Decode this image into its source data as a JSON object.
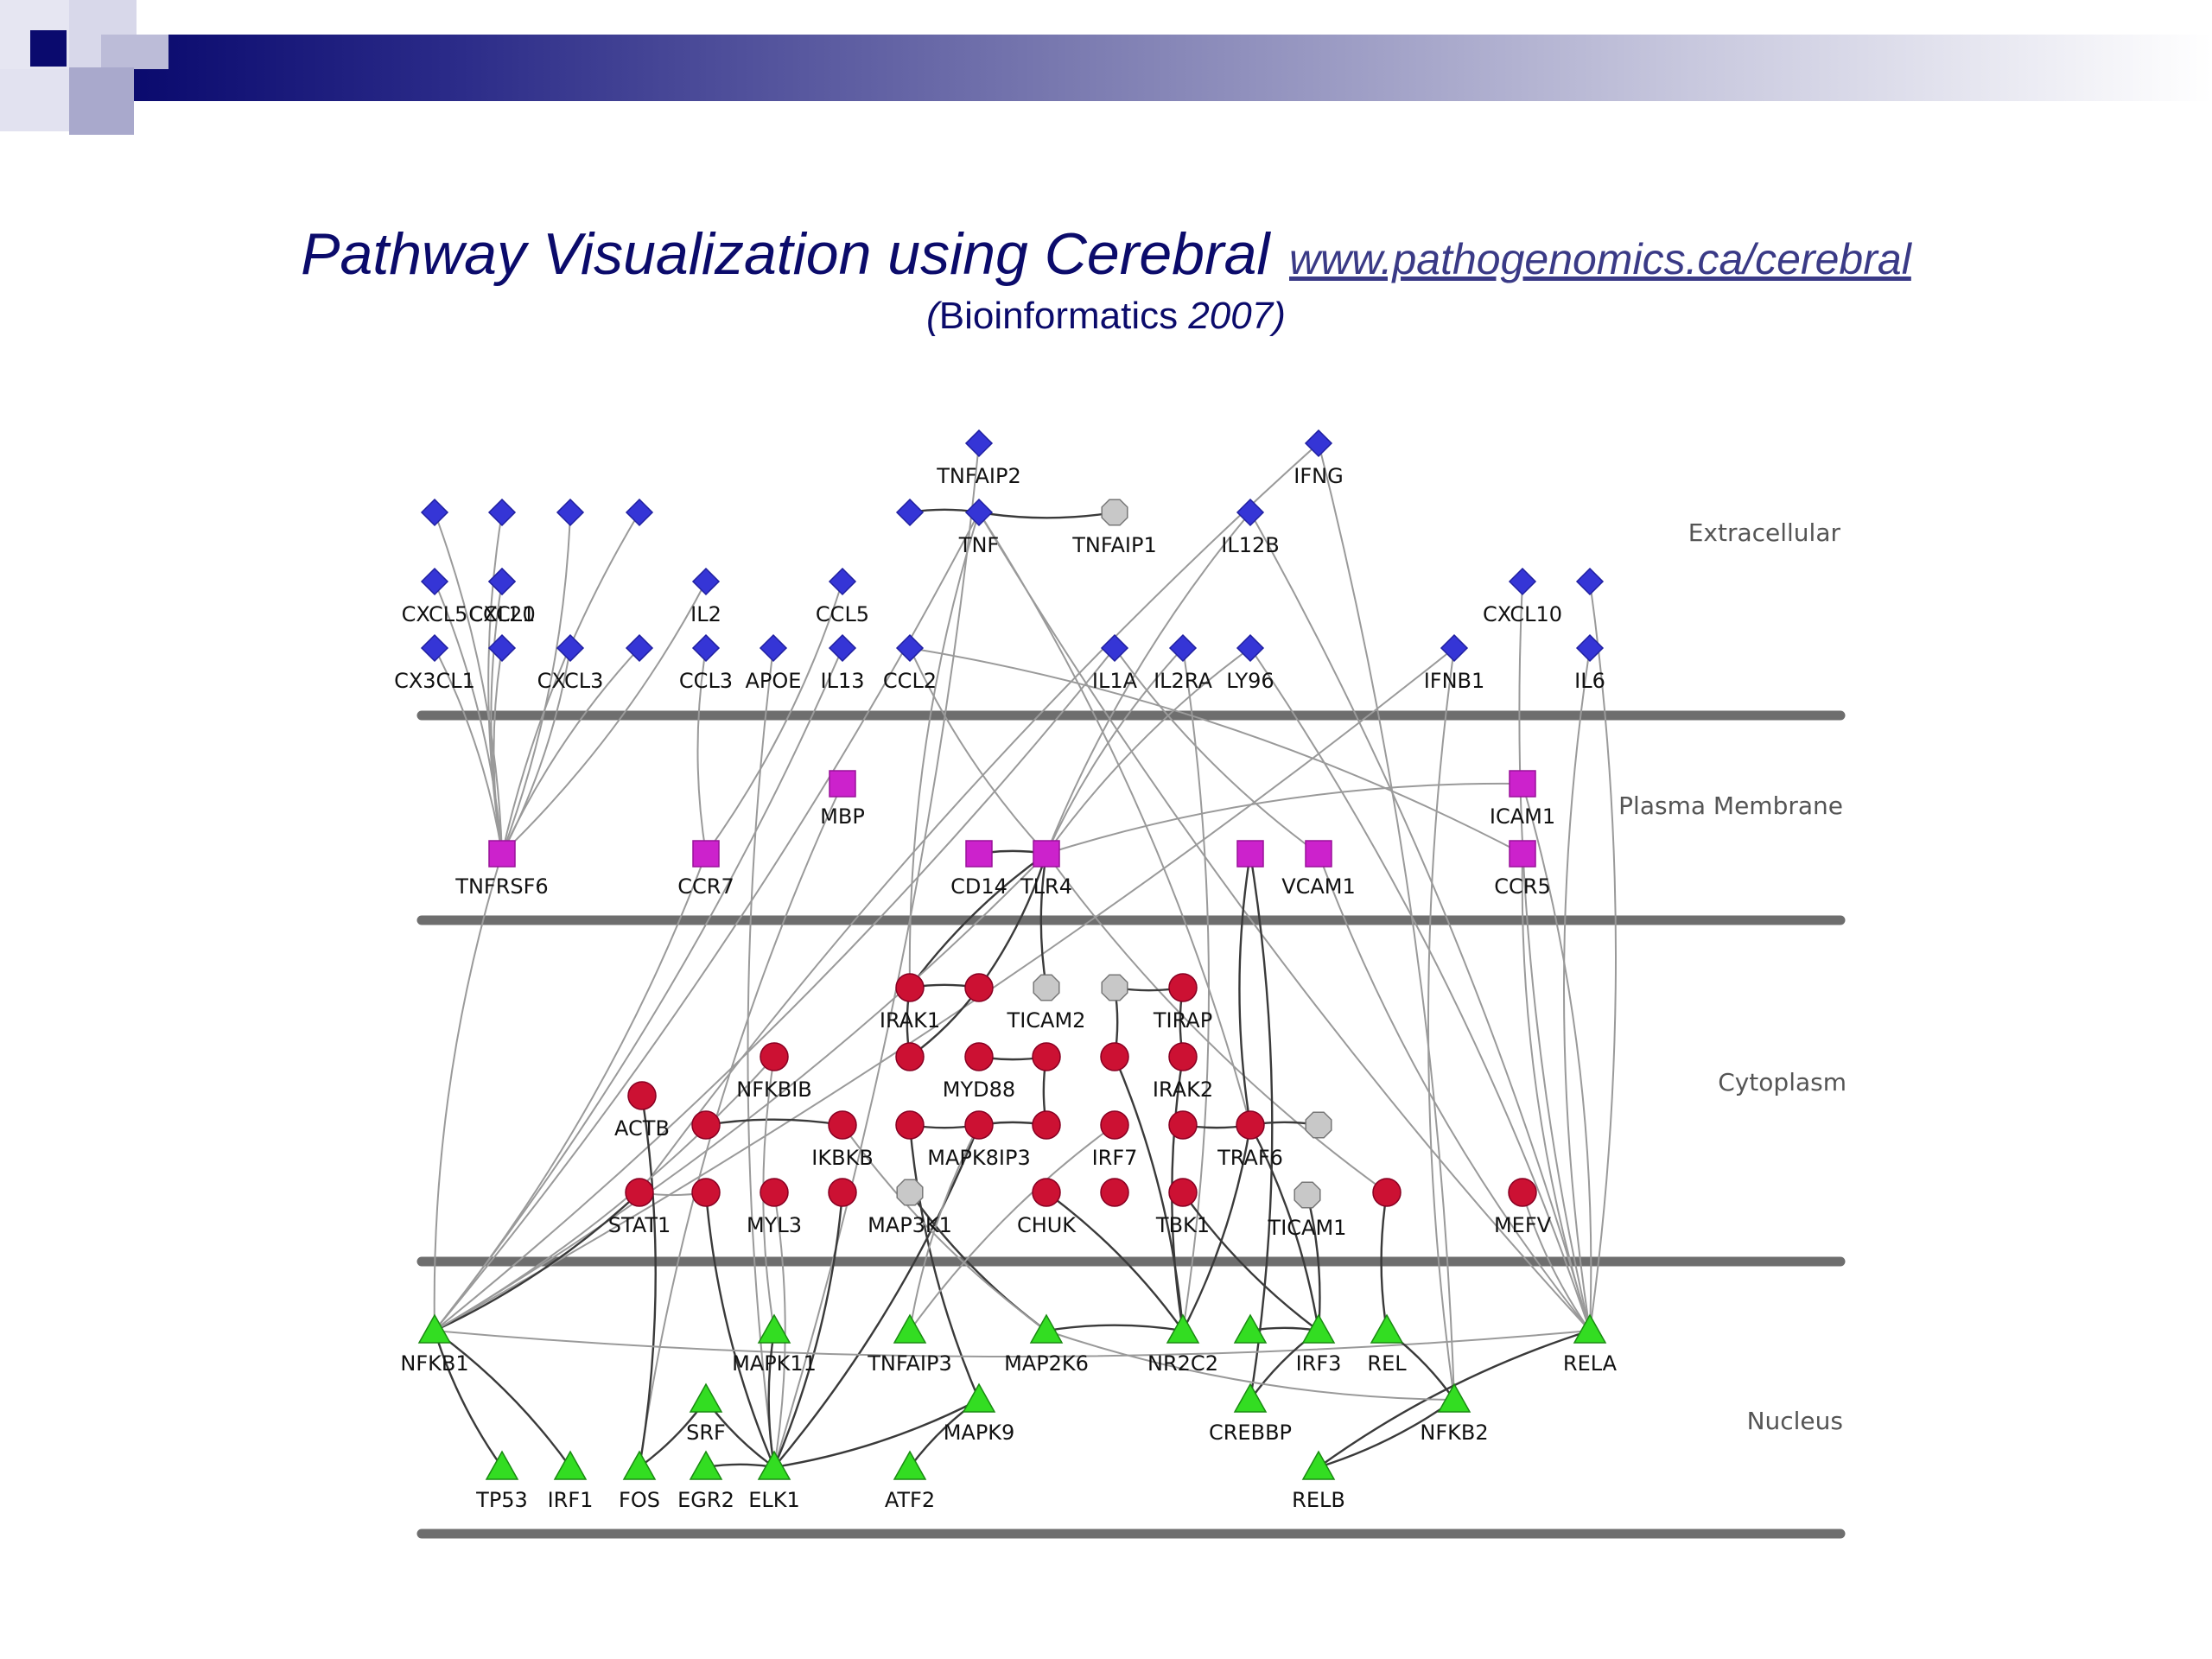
{
  "slide": {
    "title": "Pathway Visualization using Cerebral",
    "url": "www.pathogenomics.ca/cerebral",
    "citation_open": "(",
    "citation_journal": "Bioinformatics",
    "citation_year": "2007)"
  },
  "colors": {
    "extracellular": "#3535d6",
    "membrane": "#cc22cc",
    "cytoplasm": "#cc1133",
    "nucleus": "#33dd22",
    "unknown": "#c8c8c8",
    "edge": "#9a9a9a",
    "edge_dark": "#3a3a3a",
    "lane": "#6e6e6e"
  },
  "regions": [
    "Extracellular",
    "Plasma Membrane",
    "Cytoplasm",
    "Nucleus"
  ],
  "diagram": {
    "nodes": [
      {
        "id": "n1",
        "label": "",
        "type": "extracellular"
      },
      {
        "id": "n2",
        "label": "",
        "type": "extracellular"
      },
      {
        "id": "n3",
        "label": "",
        "type": "extracellular"
      },
      {
        "id": "n4",
        "label": "",
        "type": "extracellular"
      },
      {
        "id": "TNFAIP2",
        "label": "TNFAIP2",
        "type": "extracellular"
      },
      {
        "id": "IFNG",
        "label": "IFNG",
        "type": "extracellular"
      },
      {
        "id": "n5",
        "label": "",
        "type": "extracellular"
      },
      {
        "id": "TNF",
        "label": "TNF",
        "type": "extracellular"
      },
      {
        "id": "TNFAIP1",
        "label": "TNFAIP1",
        "type": "unknown"
      },
      {
        "id": "IL12B",
        "label": "IL12B",
        "type": "extracellular"
      },
      {
        "id": "CXCL5",
        "label": "CXCL5",
        "type": "extracellular"
      },
      {
        "id": "CCL20",
        "label": "CCL20",
        "type": "extracellular"
      },
      {
        "id": "CXCL1",
        "label": "CXCL1",
        "type": "extracellular"
      },
      {
        "id": "IL2",
        "label": "IL2",
        "type": "extracellular"
      },
      {
        "id": "CCL5",
        "label": "CCL5",
        "type": "extracellular"
      },
      {
        "id": "CXCL10",
        "label": "CXCL10",
        "type": "extracellular"
      },
      {
        "id": "n6",
        "label": "",
        "type": "extracellular"
      },
      {
        "id": "CX3CL1",
        "label": "CX3CL1",
        "type": "extracellular"
      },
      {
        "id": "n7",
        "label": "",
        "type": "extracellular"
      },
      {
        "id": "CXCL3",
        "label": "CXCL3",
        "type": "extracellular"
      },
      {
        "id": "n8",
        "label": "",
        "type": "extracellular"
      },
      {
        "id": "CCL3",
        "label": "CCL3",
        "type": "extracellular"
      },
      {
        "id": "APOE",
        "label": "APOE",
        "type": "extracellular"
      },
      {
        "id": "IL13",
        "label": "IL13",
        "type": "extracellular"
      },
      {
        "id": "CCL2",
        "label": "CCL2",
        "type": "extracellular"
      },
      {
        "id": "IL1A",
        "label": "IL1A",
        "type": "extracellular"
      },
      {
        "id": "IL2RA",
        "label": "IL2RA",
        "type": "extracellular"
      },
      {
        "id": "LY96",
        "label": "LY96",
        "type": "extracellular"
      },
      {
        "id": "IFNB1",
        "label": "IFNB1",
        "type": "extracellular"
      },
      {
        "id": "IL6",
        "label": "IL6",
        "type": "extracellular"
      },
      {
        "id": "MBP",
        "label": "MBP",
        "type": "membrane"
      },
      {
        "id": "ICAM1",
        "label": "ICAM1",
        "type": "membrane"
      },
      {
        "id": "TNFRSF6",
        "label": "TNFRSF6",
        "type": "membrane"
      },
      {
        "id": "CCR7",
        "label": "CCR7",
        "type": "membrane"
      },
      {
        "id": "CD14",
        "label": "CD14",
        "type": "membrane"
      },
      {
        "id": "TLR4",
        "label": "TLR4",
        "type": "membrane"
      },
      {
        "id": "m1",
        "label": "",
        "type": "membrane"
      },
      {
        "id": "VCAM1",
        "label": "VCAM1",
        "type": "membrane"
      },
      {
        "id": "CCR5",
        "label": "CCR5",
        "type": "membrane"
      },
      {
        "id": "IRAK1",
        "label": "IRAK1",
        "type": "cytoplasm"
      },
      {
        "id": "c1",
        "label": "",
        "type": "cytoplasm"
      },
      {
        "id": "TICAM2",
        "label": "TICAM2",
        "type": "unknown"
      },
      {
        "id": "u1",
        "label": "",
        "type": "unknown"
      },
      {
        "id": "TIRAP",
        "label": "TIRAP",
        "type": "cytoplasm"
      },
      {
        "id": "NFKBIB",
        "label": "NFKBIB",
        "type": "cytoplasm"
      },
      {
        "id": "c2",
        "label": "",
        "type": "cytoplasm"
      },
      {
        "id": "MYD88",
        "label": "MYD88",
        "type": "cytoplasm"
      },
      {
        "id": "c3",
        "label": "",
        "type": "cytoplasm"
      },
      {
        "id": "c4",
        "label": "",
        "type": "cytoplasm"
      },
      {
        "id": "IRAK2",
        "label": "IRAK2",
        "type": "cytoplasm"
      },
      {
        "id": "ACTB",
        "label": "ACTB",
        "type": "cytoplasm"
      },
      {
        "id": "c5",
        "label": "",
        "type": "cytoplasm"
      },
      {
        "id": "IKBKB",
        "label": "IKBKB",
        "type": "cytoplasm"
      },
      {
        "id": "c6",
        "label": "",
        "type": "cytoplasm"
      },
      {
        "id": "MAPK8IP3",
        "label": "MAPK8IP3",
        "type": "cytoplasm"
      },
      {
        "id": "c7",
        "label": "",
        "type": "cytoplasm"
      },
      {
        "id": "IRF7",
        "label": "IRF7",
        "type": "cytoplasm"
      },
      {
        "id": "c8",
        "label": "",
        "type": "cytoplasm"
      },
      {
        "id": "TRAF6",
        "label": "TRAF6",
        "type": "cytoplasm"
      },
      {
        "id": "u2",
        "label": "",
        "type": "unknown"
      },
      {
        "id": "STAT1",
        "label": "STAT1",
        "type": "cytoplasm"
      },
      {
        "id": "c9",
        "label": "",
        "type": "cytoplasm"
      },
      {
        "id": "MYL3",
        "label": "MYL3",
        "type": "cytoplasm"
      },
      {
        "id": "c10",
        "label": "",
        "type": "cytoplasm"
      },
      {
        "id": "MAP3K1",
        "label": "MAP3K1",
        "type": "unknown"
      },
      {
        "id": "CHUK",
        "label": "CHUK",
        "type": "cytoplasm"
      },
      {
        "id": "c11",
        "label": "",
        "type": "cytoplasm"
      },
      {
        "id": "TBK1",
        "label": "TBK1",
        "type": "cytoplasm"
      },
      {
        "id": "TICAM1",
        "label": "TICAM1",
        "type": "unknown"
      },
      {
        "id": "c12",
        "label": "",
        "type": "cytoplasm"
      },
      {
        "id": "MEFV",
        "label": "MEFV",
        "type": "cytoplasm"
      },
      {
        "id": "NFKB1",
        "label": "NFKB1",
        "type": "nucleus"
      },
      {
        "id": "MAPK11",
        "label": "MAPK11",
        "type": "nucleus"
      },
      {
        "id": "TNFAIP3",
        "label": "TNFAIP3",
        "type": "nucleus"
      },
      {
        "id": "MAP2K6",
        "label": "MAP2K6",
        "type": "nucleus"
      },
      {
        "id": "NR2C2",
        "label": "NR2C2",
        "type": "nucleus"
      },
      {
        "id": "t1",
        "label": "",
        "type": "nucleus"
      },
      {
        "id": "IRF3",
        "label": "IRF3",
        "type": "nucleus"
      },
      {
        "id": "REL",
        "label": "REL",
        "type": "nucleus"
      },
      {
        "id": "RELA",
        "label": "RELA",
        "type": "nucleus"
      },
      {
        "id": "SRF",
        "label": "SRF",
        "type": "nucleus"
      },
      {
        "id": "MAPK9",
        "label": "MAPK9",
        "type": "nucleus"
      },
      {
        "id": "CREBBP",
        "label": "CREBBP",
        "type": "nucleus"
      },
      {
        "id": "NFKB2",
        "label": "NFKB2",
        "type": "nucleus"
      },
      {
        "id": "TP53",
        "label": "TP53",
        "type": "nucleus"
      },
      {
        "id": "IRF1",
        "label": "IRF1",
        "type": "nucleus"
      },
      {
        "id": "FOS",
        "label": "FOS",
        "type": "nucleus"
      },
      {
        "id": "EGR2",
        "label": "EGR2",
        "type": "nucleus"
      },
      {
        "id": "ELK1",
        "label": "ELK1",
        "type": "nucleus"
      },
      {
        "id": "ATF2",
        "label": "ATF2",
        "type": "nucleus"
      },
      {
        "id": "RELB",
        "label": "RELB",
        "type": "nucleus"
      }
    ],
    "edges": [
      [
        "n1",
        "TNFRSF6",
        0
      ],
      [
        "n2",
        "TNFRSF6",
        0
      ],
      [
        "n3",
        "TNFRSF6",
        0
      ],
      [
        "n4",
        "TNFRSF6",
        0
      ],
      [
        "CXCL5",
        "TNFRSF6",
        0
      ],
      [
        "CXCL1",
        "TNFRSF6",
        0
      ],
      [
        "CX3CL1",
        "TNFRSF6",
        0
      ],
      [
        "n7",
        "TNFRSF6",
        0
      ],
      [
        "CXCL3",
        "TNFRSF6",
        0
      ],
      [
        "n8",
        "TNFRSF6",
        0
      ],
      [
        "IL2",
        "TNFRSF6",
        0
      ],
      [
        "TNFRSF6",
        "NFKB1",
        0
      ],
      [
        "CCR7",
        "NFKB1",
        0
      ],
      [
        "CCL3",
        "CCR7",
        0
      ],
      [
        "CCL5",
        "CCR7",
        0
      ],
      [
        "APOE",
        "ELK1",
        0
      ],
      [
        "IL13",
        "NFKB1",
        0
      ],
      [
        "CCL2",
        "TLR4",
        0
      ],
      [
        "CCL2",
        "CCR5",
        0
      ],
      [
        "MBP",
        "FOS",
        0
      ],
      [
        "n5",
        "TNF",
        1
      ],
      [
        "TNF",
        "TNFAIP1",
        1
      ],
      [
        "TNF",
        "NFKB1",
        0
      ],
      [
        "TNF",
        "IRAK1",
        0
      ],
      [
        "TNF",
        "TRAF6",
        0
      ],
      [
        "TNF",
        "RELA",
        0
      ],
      [
        "TNFAIP2",
        "ELK1",
        0
      ],
      [
        "IFNG",
        "STAT1",
        0
      ],
      [
        "IFNG",
        "NFKB2",
        0
      ],
      [
        "IL12B",
        "TLR4",
        0
      ],
      [
        "IL12B",
        "RELA",
        0
      ],
      [
        "IL1A",
        "VCAM1",
        0
      ],
      [
        "IL1A",
        "NFKB1",
        0
      ],
      [
        "IL2RA",
        "TLR4",
        0
      ],
      [
        "IL2RA",
        "NR2C2",
        0
      ],
      [
        "LY96",
        "TLR4",
        0
      ],
      [
        "LY96",
        "RELA",
        0
      ],
      [
        "IFNB1",
        "NFKB2",
        0
      ],
      [
        "IFNB1",
        "NFKB1",
        0
      ],
      [
        "CXCL10",
        "RELA",
        0
      ],
      [
        "n6",
        "RELA",
        0
      ],
      [
        "IL6",
        "RELA",
        0
      ],
      [
        "ICAM1",
        "RELA",
        0
      ],
      [
        "CCR5",
        "RELA",
        0
      ],
      [
        "CD14",
        "TLR4",
        1
      ],
      [
        "TLR4",
        "IRAK1",
        1
      ],
      [
        "TLR4",
        "c1",
        1
      ],
      [
        "TLR4",
        "TICAM2",
        1
      ],
      [
        "TLR4",
        "NFKB1",
        0
      ],
      [
        "TLR4",
        "c12",
        0
      ],
      [
        "TLR4",
        "ICAM1",
        0
      ],
      [
        "m1",
        "TRAF6",
        1
      ],
      [
        "m1",
        "CREBBP",
        1
      ],
      [
        "VCAM1",
        "RELA",
        0
      ],
      [
        "IRAK1",
        "c1",
        1
      ],
      [
        "IRAK1",
        "c2",
        1
      ],
      [
        "c1",
        "c2",
        1
      ],
      [
        "u1",
        "TIRAP",
        1
      ],
      [
        "u1",
        "c4",
        1
      ],
      [
        "TIRAP",
        "IRAK2",
        1
      ],
      [
        "c3",
        "MYD88",
        1
      ],
      [
        "c3",
        "c7",
        1
      ],
      [
        "c5",
        "IKBKB",
        1
      ],
      [
        "c6",
        "MAPK8IP3",
        1
      ],
      [
        "MAPK8IP3",
        "c7",
        1
      ],
      [
        "c8",
        "TRAF6",
        1
      ],
      [
        "TRAF6",
        "u2",
        1
      ],
      [
        "IRAK2",
        "NR2C2",
        1
      ],
      [
        "TRAF6",
        "IRF3",
        1
      ],
      [
        "c12",
        "REL",
        1
      ],
      [
        "STAT1",
        "NFKB1",
        1
      ],
      [
        "STAT1",
        "c9",
        0
      ],
      [
        "ACTB",
        "FOS",
        1
      ],
      [
        "c9",
        "ELK1",
        1
      ],
      [
        "c10",
        "ELK1",
        1
      ],
      [
        "MAP3K1",
        "MAP2K6",
        1
      ],
      [
        "CHUK",
        "NR2C2",
        1
      ],
      [
        "TBK1",
        "IRF3",
        1
      ],
      [
        "TICAM1",
        "IRF3",
        1
      ],
      [
        "MEFV",
        "RELA",
        0
      ],
      [
        "NFKBIB",
        "NFKB1",
        0
      ],
      [
        "NFKBIB",
        "MAPK11",
        0
      ],
      [
        "MAPK8IP3",
        "ELK1",
        1
      ],
      [
        "c6",
        "MAPK9",
        1
      ],
      [
        "c4",
        "NR2C2",
        1
      ],
      [
        "NFKB1",
        "TP53",
        1
      ],
      [
        "NFKB1",
        "IRF1",
        1
      ],
      [
        "NFKB1",
        "RELA",
        0
      ],
      [
        "SRF",
        "FOS",
        1
      ],
      [
        "SRF",
        "ELK1",
        1
      ],
      [
        "EGR2",
        "ELK1",
        1
      ],
      [
        "MAPK11",
        "ELK1",
        1
      ],
      [
        "MAPK9",
        "ELK1",
        1
      ],
      [
        "MAPK9",
        "ATF2",
        1
      ],
      [
        "MAP2K6",
        "NR2C2",
        1
      ],
      [
        "NR2C2",
        "TRAF6",
        1
      ],
      [
        "t1",
        "IRF3",
        1
      ],
      [
        "IRF3",
        "CREBBP",
        1
      ],
      [
        "REL",
        "NFKB2",
        1
      ],
      [
        "RELA",
        "RELB",
        1
      ],
      [
        "NFKB2",
        "RELB",
        1
      ],
      [
        "MAP2K6",
        "NFKB2",
        0
      ],
      [
        "TNFAIP3",
        "MAPK8IP3",
        0
      ],
      [
        "IKBKB",
        "MAP2K6",
        0
      ],
      [
        "MYL3",
        "ELK1",
        0
      ],
      [
        "IRF7",
        "TNFAIP3",
        0
      ]
    ]
  }
}
